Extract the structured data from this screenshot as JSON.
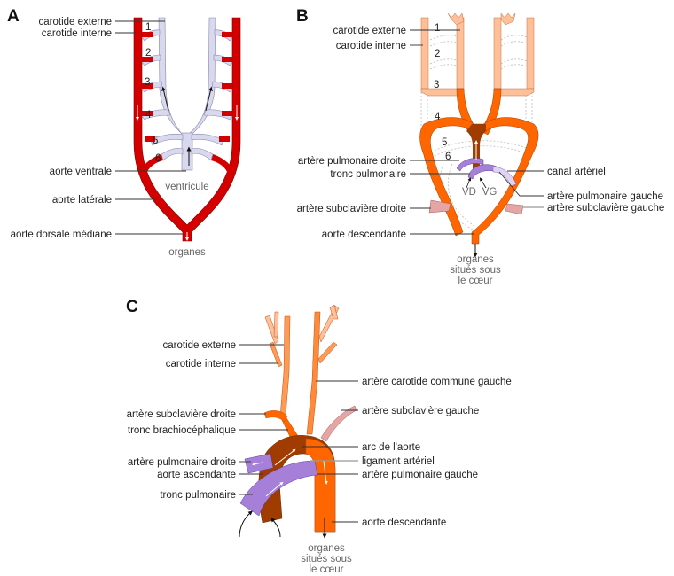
{
  "colors": {
    "oxygenated_A": "#d40000",
    "deoxygenated_A": "#d8d8ee",
    "aorta_orange": "#ff6600",
    "aorta_dark": "#a03c00",
    "carotid_light": "#ffbf99",
    "subclavian_pink": "#e5a5a5",
    "pulmonary_purple": "#a57fd8",
    "ductus_light": "#e0d4f4"
  },
  "panelA": {
    "letter": "A",
    "arch_numbers": [
      "1",
      "2",
      "3",
      "4",
      "5",
      "6"
    ],
    "labels": {
      "carotide_externe": "carotide externe",
      "carotide_interne": "carotide interne",
      "aorte_ventrale": "aorte ventrale",
      "aorte_laterale": "aorte latérale",
      "aorte_dorsale": "aorte dorsale médiane",
      "ventricule": "ventricule",
      "organes": "organes"
    }
  },
  "panelB": {
    "letter": "B",
    "arch_numbers": [
      "1",
      "2",
      "3",
      "4",
      "5",
      "6"
    ],
    "labels": {
      "carotide_externe": "carotide externe",
      "carotide_interne": "carotide interne",
      "artere_pulmonaire_droite": "artère pulmonaire droite",
      "tronc_pulmonaire": "tronc pulmonaire",
      "artere_subclaviere_droite": "artère subclavière droite",
      "aorte_descendante": "aorte descendante",
      "canal_arteriel": "canal artériel",
      "artere_pulmonaire_gauche": "artère pulmonaire gauche",
      "artere_subclaviere_gauche": "artère subclavière gauche",
      "vd": "VD",
      "vg": "VG",
      "organes_line1": "organes",
      "organes_line2": "situés sous",
      "organes_line3": "le cœur"
    }
  },
  "panelC": {
    "letter": "C",
    "labels": {
      "carotide_externe": "carotide externe",
      "carotide_interne": "carotide interne",
      "artere_subclaviere_droite": "artère subclavière droite",
      "tronc_brachiocephalique": "tronc brachiocéphalique",
      "artere_pulmonaire_droite": "artère pulmonaire droite",
      "aorte_ascendante": "aorte ascendante",
      "tronc_pulmonaire": "tronc pulmonaire",
      "artere_carotide_commune_gauche": "artère carotide commune gauche",
      "artere_subclaviere_gauche": "artère subclavière gauche",
      "arc_aorte": "arc de l'aorte",
      "ligament_arteriel": "ligament artériel",
      "artere_pulmonaire_gauche": "artère pulmonaire gauche",
      "aorte_descendante": "aorte descendante",
      "organes_line1": "organes",
      "organes_line2": "situés sous",
      "organes_line3": "le cœur"
    }
  }
}
